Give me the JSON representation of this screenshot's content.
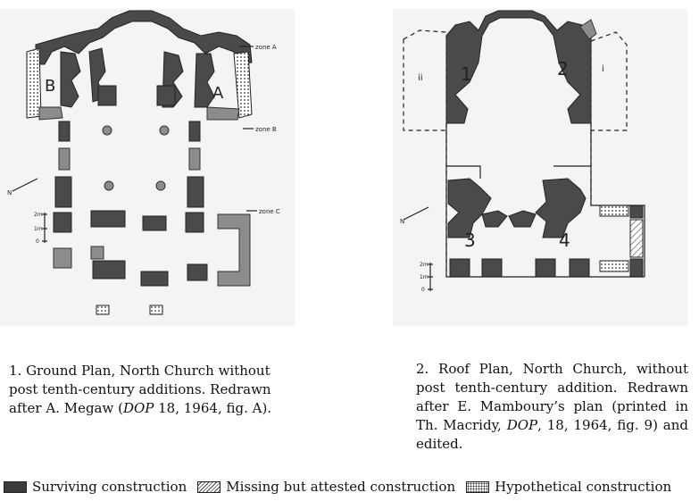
{
  "plan1": {
    "labels": {
      "left": "B",
      "right": "A"
    },
    "zones": {
      "a": "zone A",
      "b": "zone B",
      "c": "zone C"
    },
    "scale": [
      "2m",
      "1m",
      "0"
    ],
    "north": "N"
  },
  "plan2": {
    "rooms": [
      "1",
      "2",
      "3",
      "4"
    ],
    "side_labels": {
      "left": "ii",
      "right": "i"
    },
    "scale": [
      "2m",
      "1m",
      "0"
    ],
    "north": "N"
  },
  "captions": {
    "first": {
      "pre": "1. Ground Plan, North Church without post tenth-century additions. Redrawn after A. Megaw (",
      "em": "DOP",
      "post": " 18, 1964, fig. A)."
    },
    "second": {
      "pre": "2. Roof Plan, North Church, without post tenth-century addition. Redrawn after E. Mamboury’s plan (printed in Th. Macridy, ",
      "em": "DOP",
      "post": ", 18, 1964, fig. 9) and edited."
    }
  },
  "legend": [
    {
      "key": "surviving",
      "label": "Surviving construction"
    },
    {
      "key": "missing",
      "label": "Missing but attested construction"
    },
    {
      "key": "hypothetical",
      "label": "Hypothetical construction"
    }
  ],
  "colors": {
    "wall_dark": "#4a4a4a",
    "wall_light": "#8c8c8c",
    "paper": "#f4f4f2"
  }
}
